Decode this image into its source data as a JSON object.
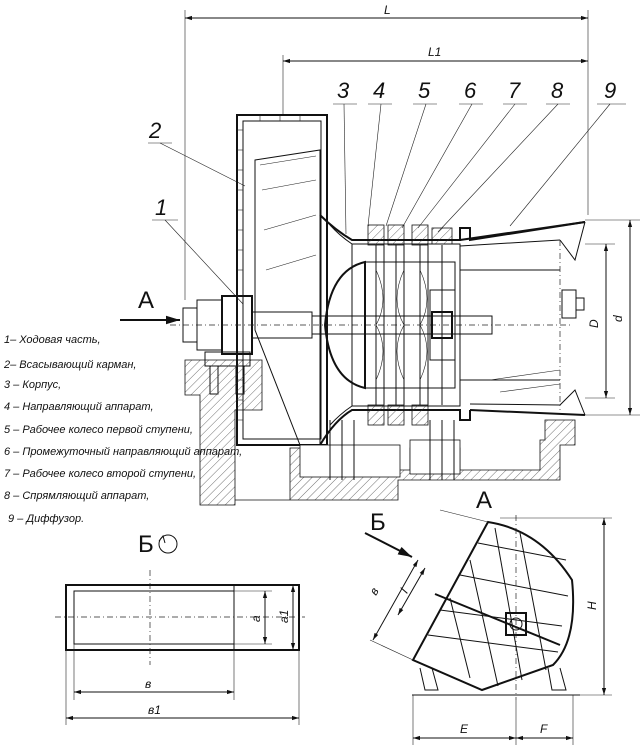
{
  "main_view": {
    "dim_L": "L",
    "dim_L1": "L1",
    "dim_D": "D",
    "dim_d": "d",
    "view_arrow_A": "A",
    "callouts": [
      "1",
      "2",
      "3",
      "4",
      "5",
      "6",
      "7",
      "8",
      "9"
    ]
  },
  "legend": [
    "1– Ходовая часть,",
    "2– Всасывающий карман,",
    "3 – Корпус,",
    "4 – Направляющий аппарат,",
    "5 – Рабочее колесо первой ступени,",
    "6 – Промежуточный направляющий аппарат,",
    "7 – Рабочее колесо второй ступени,",
    "8 – Спрямляющий аппарат,",
    "9 – Диффузор."
  ],
  "view_B": {
    "title": "Б",
    "dim_a": "a",
    "dim_a1": "a1",
    "dim_v": "в",
    "dim_v1": "в1"
  },
  "view_A": {
    "title": "А",
    "section_label": "Б",
    "dim_v": "в",
    "dim_l": "l",
    "dim_H": "H",
    "dim_E": "E",
    "dim_F": "F"
  }
}
